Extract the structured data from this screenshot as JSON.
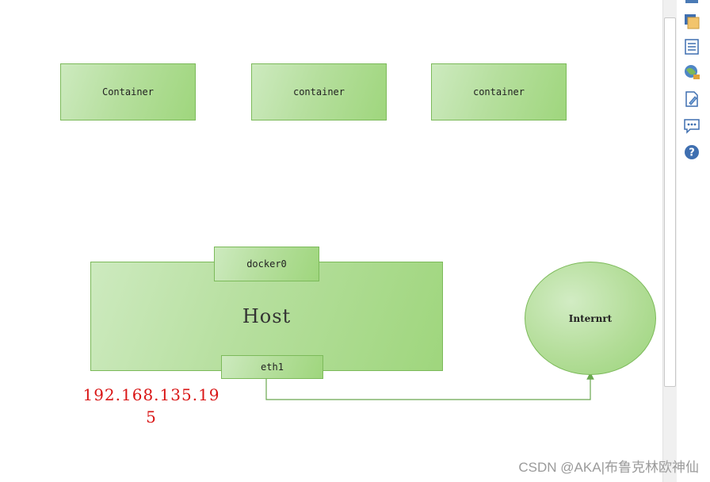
{
  "diagram": {
    "containers": [
      {
        "label": "Container"
      },
      {
        "label": "container"
      },
      {
        "label": "container"
      }
    ],
    "host": {
      "label": "Host"
    },
    "bridge": {
      "label": "docker0"
    },
    "nic": {
      "label": "eth1"
    },
    "internet": {
      "label": "Internrt"
    },
    "ip_address": "192.168.135.195"
  },
  "toolbar": {
    "icons": [
      "window-icon",
      "list-icon",
      "globe-icon",
      "edit-document-icon",
      "comment-icon",
      "help-icon"
    ]
  },
  "watermark": "CSDN @AKA|布鲁克林欧神仙",
  "colors": {
    "node_fill": "#b6df9e",
    "node_border": "#7cba5a",
    "connector": "#6aa84f",
    "ip_text": "#d91515"
  }
}
